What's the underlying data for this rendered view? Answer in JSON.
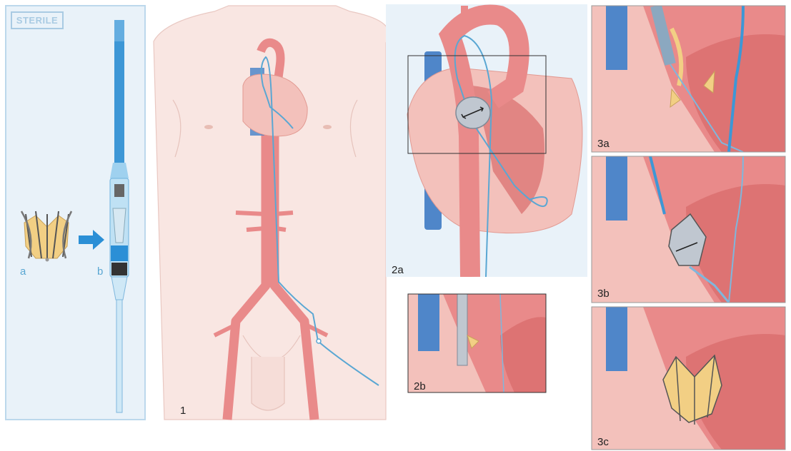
{
  "sterile_panel": {
    "badge": "STERILE",
    "label_a": "a",
    "label_b": "b"
  },
  "panels": {
    "p1": "1",
    "p2a": "2a",
    "p2b": "2b",
    "p3a": "3a",
    "p3b": "3b",
    "p3c": "3c"
  },
  "colors": {
    "aorta": "#e98a8a",
    "aorta_dark": "#d86b6b",
    "heart_light": "#f3c1bb",
    "vein_blue": "#4f86c9",
    "catheter": "#5aa7d3",
    "valve_gold": "#f2cf84",
    "body_skin": "#f9e6e2",
    "sterile_bg": "#e9f2f9"
  }
}
